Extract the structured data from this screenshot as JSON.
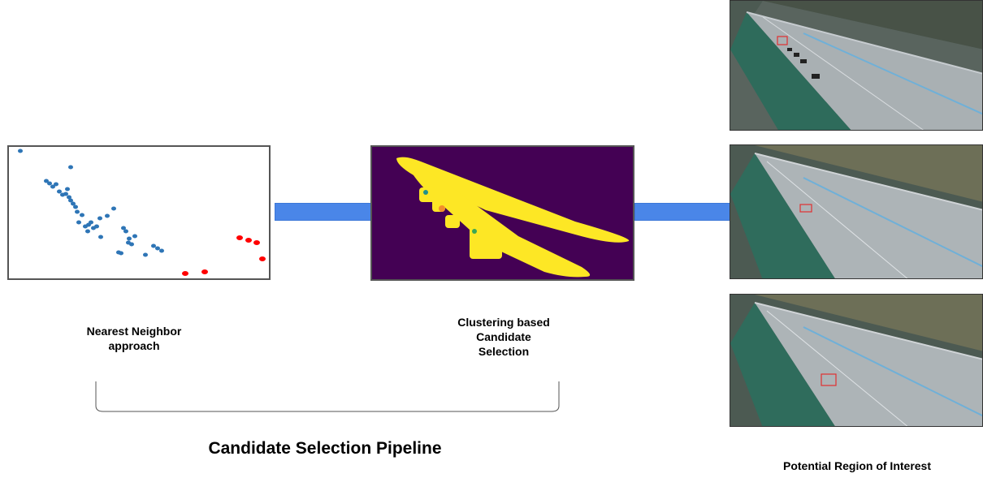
{
  "labels": {
    "nearest_neighbor": "Nearest Neighbor\napproach",
    "clustering": "Clustering based\nCandidate\nSelection",
    "pipeline": "Candidate Selection Pipeline",
    "potential_roi": "Potential Region of Interest"
  },
  "colors": {
    "scatter_blue": "#2e75b6",
    "scatter_red": "#ff0000",
    "cluster_bg": "#440154",
    "cluster_fg": "#fde725",
    "connector": "#4a86e8",
    "roi_box": "#e03030"
  },
  "icons": {
    "scatter_plot": "scatter-plot-image",
    "cluster_map": "cluster-mask-image",
    "traffic_frame": "highway-camera-frame"
  }
}
